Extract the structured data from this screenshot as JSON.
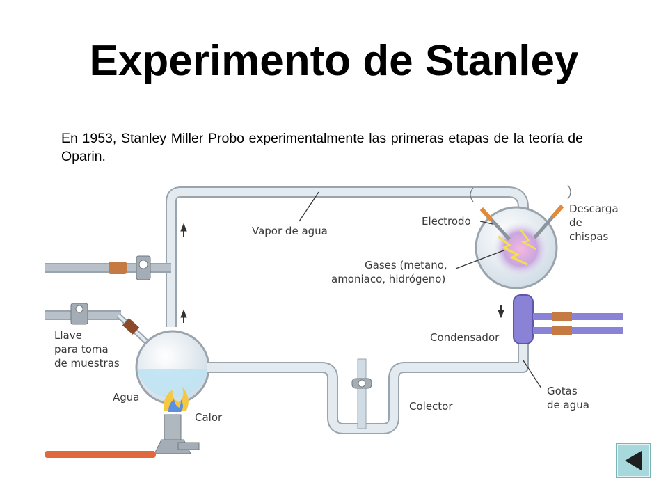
{
  "title": "Experimento de Stanley",
  "intro": "En 1953, Stanley Miller Probo experimentalmente las primeras etapas de la teoría de Oparin.",
  "labels": {
    "vapor": "Vapor de agua",
    "electrodo": "Electrodo",
    "descarga_1": "Descarga",
    "descarga_2": "de",
    "descarga_3": "chispas",
    "gases_1": "Gases (metano,",
    "gases_2": "amoniaco, hidrógeno)",
    "llave_1": "Llave",
    "llave_2": "para toma",
    "llave_3": "de muestras",
    "agua": "Agua",
    "calor": "Calor",
    "condensador": "Condensador",
    "colector": "Colector",
    "gotas_1": "Gotas",
    "gotas_2": "de agua"
  },
  "colors": {
    "glass": "#dde4ea",
    "glass_edge": "#9aa4ad",
    "water": "#bfe3f3",
    "condenser": "#8a82d6",
    "hose": "#e0683c",
    "back_button": "#a6d8dc"
  },
  "icons": {
    "back": "triangle-left-icon"
  }
}
